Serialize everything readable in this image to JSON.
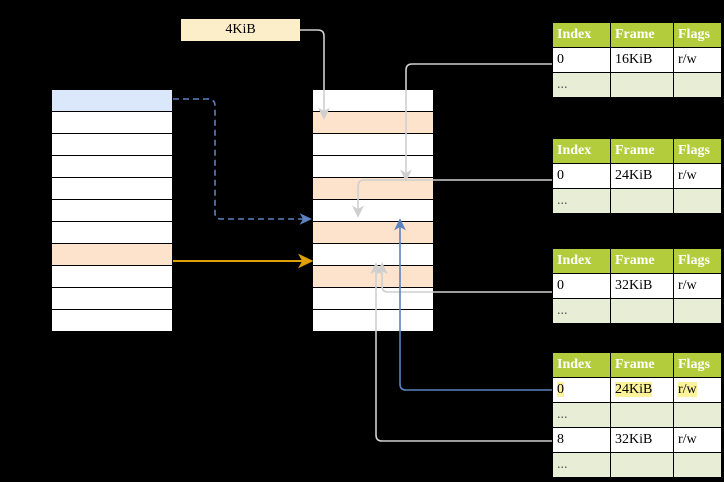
{
  "diagram": {
    "title_label": "4KiB",
    "colors": {
      "background": "#000000",
      "table_header": "#b3cc3c",
      "table_ellipsis_row": "#e8edd5",
      "row_blue": "#dbe8fb",
      "row_peach": "#fde3cc",
      "label_bg": "#fdeeca",
      "highlight_yellow": "#fcf39a",
      "arrow_blue": "#5b82c0",
      "arrow_orange": "#e0a008",
      "connector_gray": "#c9c9c9"
    }
  },
  "left_column": {
    "name": "virtual-address-space",
    "rows": [
      {
        "label": "",
        "fill": "blue"
      },
      {
        "label": "",
        "fill": "white"
      },
      {
        "label": "",
        "fill": "white"
      },
      {
        "label": "",
        "fill": "white"
      },
      {
        "label": "",
        "fill": "white"
      },
      {
        "label": "",
        "fill": "white"
      },
      {
        "label": "",
        "fill": "white"
      },
      {
        "label": "",
        "fill": "peach"
      },
      {
        "label": "",
        "fill": "white"
      },
      {
        "label": "",
        "fill": "white"
      },
      {
        "label": "",
        "fill": "white"
      }
    ]
  },
  "middle_column": {
    "name": "physical-memory",
    "rows": [
      {
        "label": "",
        "fill": "white"
      },
      {
        "label": "",
        "fill": "peach"
      },
      {
        "label": "",
        "fill": "white"
      },
      {
        "label": "",
        "fill": "white"
      },
      {
        "label": "",
        "fill": "peach"
      },
      {
        "label": "",
        "fill": "white"
      },
      {
        "label": "",
        "fill": "peach"
      },
      {
        "label": "",
        "fill": "white"
      },
      {
        "label": "",
        "fill": "peach"
      },
      {
        "label": "",
        "fill": "white"
      },
      {
        "label": "",
        "fill": "white"
      }
    ]
  },
  "page_tables": {
    "headers": [
      "Index",
      "Frame",
      "Flags"
    ],
    "ellipsis": "...",
    "tables": [
      {
        "name": "page-table-level-1",
        "rows": [
          {
            "kind": "value",
            "index": "0",
            "frame": "16KiB",
            "flags": "r/w",
            "highlight": false
          },
          {
            "kind": "ellipsis",
            "index": "...",
            "frame": "",
            "flags": "",
            "highlight": false
          }
        ]
      },
      {
        "name": "page-table-level-2",
        "rows": [
          {
            "kind": "value",
            "index": "0",
            "frame": "24KiB",
            "flags": "r/w",
            "highlight": false
          },
          {
            "kind": "ellipsis",
            "index": "...",
            "frame": "",
            "flags": "",
            "highlight": false
          }
        ]
      },
      {
        "name": "page-table-level-3",
        "rows": [
          {
            "kind": "value",
            "index": "0",
            "frame": "32KiB",
            "flags": "r/w",
            "highlight": false
          },
          {
            "kind": "ellipsis",
            "index": "...",
            "frame": "",
            "flags": "",
            "highlight": false
          }
        ]
      },
      {
        "name": "page-table-level-4",
        "rows": [
          {
            "kind": "value",
            "index": "0",
            "frame": "24KiB",
            "flags": "r/w",
            "highlight": true
          },
          {
            "kind": "ellipsis",
            "index": "...",
            "frame": "",
            "flags": "",
            "highlight": false
          },
          {
            "kind": "value",
            "index": "8",
            "frame": "32KiB",
            "flags": "r/w",
            "highlight": false
          },
          {
            "kind": "ellipsis",
            "index": "...",
            "frame": "",
            "flags": "",
            "highlight": false
          }
        ]
      }
    ]
  }
}
